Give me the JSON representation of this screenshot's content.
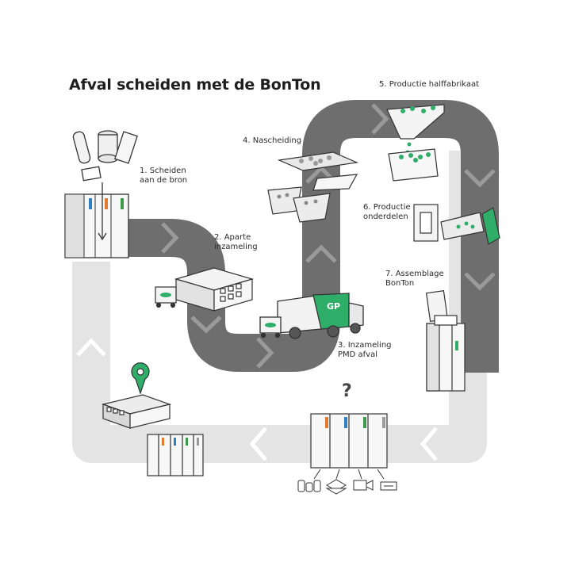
{
  "title": "Afval scheiden met de BonTon",
  "question_mark": "?",
  "steps": [
    {
      "line1": "1. Scheiden",
      "line2": "aan de bron"
    },
    {
      "line1": "2. Aparte",
      "line2": "inzameling"
    },
    {
      "line1": "3. Inzameling",
      "line2": "PMD afval"
    },
    {
      "line1": "4. Nascheiding",
      "line2": ""
    },
    {
      "line1": "5. Productie halffabrikaat",
      "line2": ""
    },
    {
      "line1": "6. Productie",
      "line2": "onderdelen"
    },
    {
      "line1": "7. Assemblage",
      "line2": "BonTon"
    }
  ],
  "truck_logo": "GP",
  "colors": {
    "road_dark": "#6e6e6e",
    "road_light": "#e4e4e4",
    "accent_green": "#2fae6a",
    "bin_orange": "#e07a2e",
    "bin_blue": "#2f7fc2",
    "bin_green": "#3c9a4a",
    "bin_grey": "#9a9a9a",
    "outline": "#333333"
  }
}
